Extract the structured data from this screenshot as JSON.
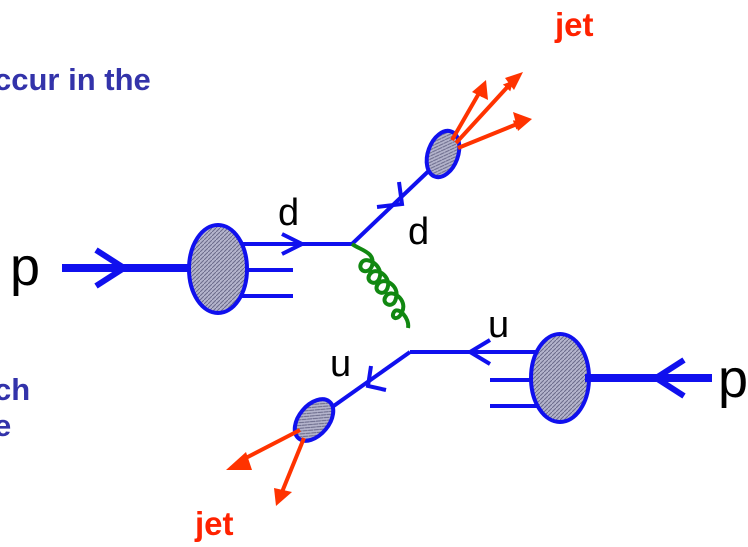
{
  "text_fragments": {
    "line1": "ccur in the",
    "line2": "ch",
    "line3": "e"
  },
  "labels": {
    "jet_top": "jet",
    "jet_bottom": "jet",
    "proton_left": "p",
    "proton_right": "p",
    "quark_d_incoming": "d",
    "quark_d_outgoing": "d",
    "quark_u_incoming": "u",
    "quark_u_outgoing": "u"
  },
  "colors": {
    "text_blue": "#3333aa",
    "jet_red": "#ff2200",
    "quark_blue": "#1010ee",
    "gluon_green": "#118811",
    "hadron_fill": "#a9a9c8",
    "hadron_stroke": "#1010ee"
  }
}
